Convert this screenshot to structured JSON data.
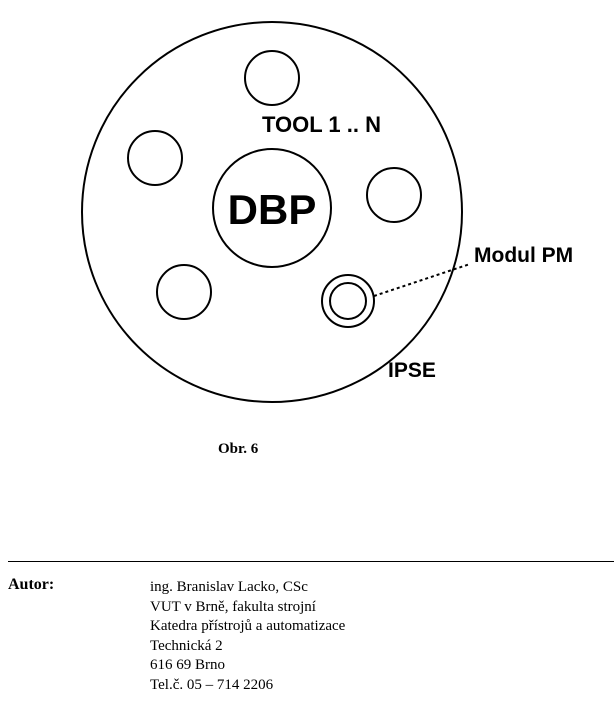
{
  "diagram": {
    "center_label": "DBP",
    "tools_label": "TOOL 1 .. N",
    "module_label": "Modul PM",
    "outer_label": "IPSE"
  },
  "caption": "Obr. 6",
  "author": {
    "key": "Autor:",
    "lines": [
      "ing. Branislav Lacko, CSc",
      "VUT v Brně, fakulta strojní",
      "Katedra přístrojů a automatizace",
      "Technická 2",
      "616 69 Brno",
      "Tel.č. 05 – 714 2206"
    ]
  }
}
